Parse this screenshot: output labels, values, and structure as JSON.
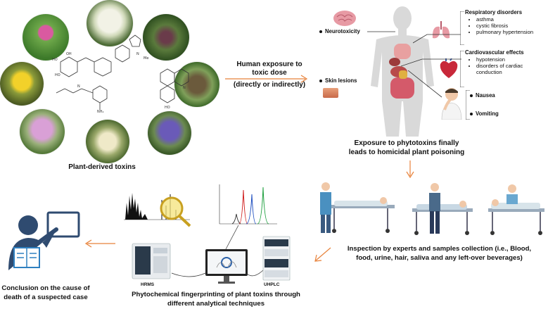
{
  "plants_caption": "Plant-derived toxins",
  "exposure_arrow": {
    "line1": "Human exposure to",
    "line2": "toxic dose",
    "line3": "(directly or indirectly)"
  },
  "body_effects": {
    "neurotoxicity": "Neurotoxicity",
    "skin_lesions": "Skin lesions",
    "respiratory": {
      "title": "Respiratory disorders",
      "items": [
        "asthma",
        "cystic fibrosis",
        "pulmonary hypertension"
      ]
    },
    "cardiovascular": {
      "title": "Cardiovascular effects",
      "items": [
        "hypotension",
        "disorders of cardiac",
        "conduction"
      ]
    },
    "nausea": "Nausea",
    "vomiting": "Vomiting"
  },
  "outcome": {
    "line1": "Exposure to phytotoxins finally",
    "line2": "leads to homicidal plant poisoning"
  },
  "inspection": {
    "line1": "Inspection by experts and samples collection (i.e., Blood,",
    "line2": "food, urine, hair, saliva and any left-over beverages)"
  },
  "fingerprint": {
    "line1": "Phytochemical fingerprinting of plant toxins through",
    "line2": "different analytical techniques",
    "hrms": "HRMS",
    "uhplc": "UHPLC"
  },
  "conclusion": {
    "line1": "Conclusion on the cause of",
    "line2": "death of a suspected case"
  },
  "colors": {
    "arrow": "#e8823a",
    "skin": "#d9d9d9",
    "accent_blue": "#2f4b70"
  }
}
